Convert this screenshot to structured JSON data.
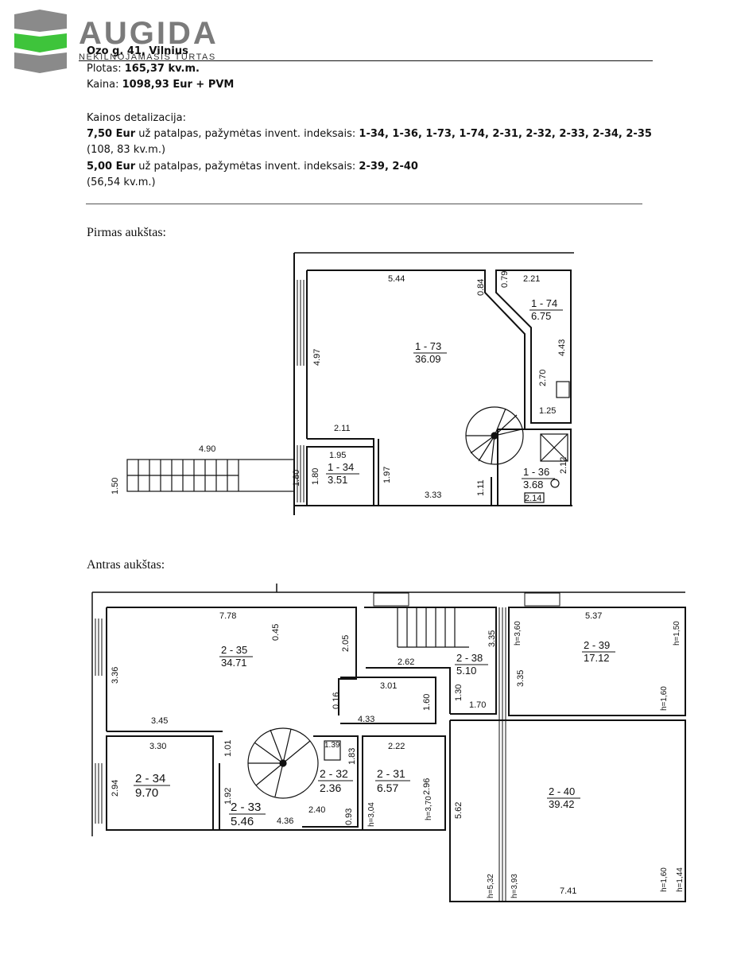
{
  "header": {
    "brand": "AUGIDA",
    "brand_sub": "NEKILNOJAMASIS TURTAS"
  },
  "listing": {
    "address": "Ozo g. 41, Vilnius",
    "area_label": "Plotas:",
    "area_value": "165,37 kv.m.",
    "price_label": "Kaina:",
    "price_value": "1098,93 Eur + PVM",
    "details_heading": "Kainos detalizacija:",
    "line1_price": "7,50 Eur",
    "line1_text": " už patalpas, pažymėtas invent. indeksais: ",
    "line1_indices": "1-34, 1-36, 1-73, 1-74, 2-31, 2-32, 2-33, 2-34, 2-35",
    "line1_area": "(108, 83 kv.m.)",
    "line2_price": "5,00 Eur",
    "line2_text": " už patalpas, pažymėtas invent. indeksais: ",
    "line2_indices": "2-39, 2-40",
    "line2_area": "(56,54 kv.m.)"
  },
  "floor1": {
    "title": "Pirmas aukštas:",
    "dims": [
      "5.44",
      "0.84",
      "0.79",
      "2.21",
      "4.97",
      "4.43",
      "2.70",
      "1.25",
      "2.11",
      "4.90",
      "1.95",
      "1.50",
      "1.80",
      "1.80",
      "1.97",
      "3.33",
      "1.11",
      "2.12",
      "2.14"
    ],
    "rooms": [
      {
        "id": "1 - 73",
        "area": "36.09"
      },
      {
        "id": "1 - 74",
        "area": "6.75"
      },
      {
        "id": "1 - 34",
        "area": "3.51"
      },
      {
        "id": "1 - 36",
        "area": "3.68"
      }
    ]
  },
  "floor2": {
    "title": "Antras aukštas:",
    "dims": [
      "7.78",
      "0.45",
      "2.05",
      "3.36",
      "3.35",
      "h=3,60",
      "5.37",
      "h=1,50",
      "2.62",
      "3.01",
      "0.16",
      "1.60",
      "1.30",
      "1.70",
      "3.35",
      "h=1,60",
      "3.45",
      "4.33",
      "3.30",
      "1.01",
      "1.39",
      "1.83",
      "2.22",
      "2.94",
      "2.96",
      "1.92",
      "4.36",
      "2.40",
      "0.93",
      "h=3,04",
      "h=3,70",
      "5.62",
      "h=5,32",
      "h=3,93",
      "7.41",
      "h=1,60",
      "h=1,44"
    ],
    "rooms": [
      {
        "id": "2 - 35",
        "area": "34.71"
      },
      {
        "id": "2 - 38",
        "area": "5.10"
      },
      {
        "id": "2 - 39",
        "area": "17.12"
      },
      {
        "id": "2 - 34",
        "area": "9.70"
      },
      {
        "id": "2 - 33",
        "area": "5.46"
      },
      {
        "id": "2 - 32",
        "area": "2.36"
      },
      {
        "id": "2 - 31",
        "area": "6.57"
      },
      {
        "id": "2 - 40",
        "area": "39.42"
      }
    ]
  }
}
